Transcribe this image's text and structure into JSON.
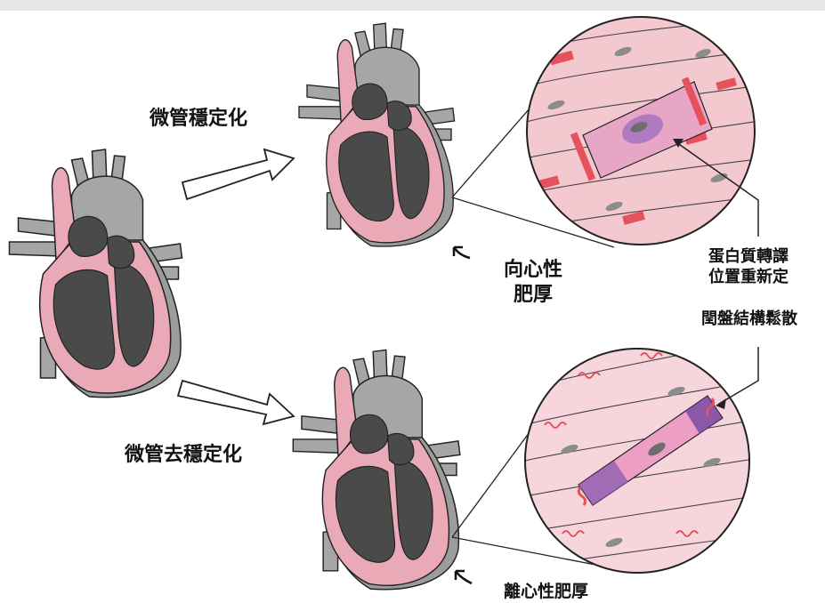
{
  "labels": {
    "microtubule_stabilization": "微管穩定化",
    "microtubule_destabilization": "微管去穩定化",
    "concentric_line1": "向心性",
    "concentric_line2": "肥厚",
    "eccentric": "離心性肥厚",
    "protein_line1": "蛋白質轉譯",
    "protein_line2": "位置重新定",
    "intercalated_disc": "閏盤結構鬆散"
  },
  "colors": {
    "myocardium": "#e9a9b7",
    "chamber": "#4a4a4a",
    "vessels": "#a6a6a6",
    "outline": "#222222",
    "cell_bg": "#f3c8cf",
    "disc_red": "#e6525c",
    "nucleus": "#8c8c8c",
    "purple": "#6b3fa0"
  }
}
